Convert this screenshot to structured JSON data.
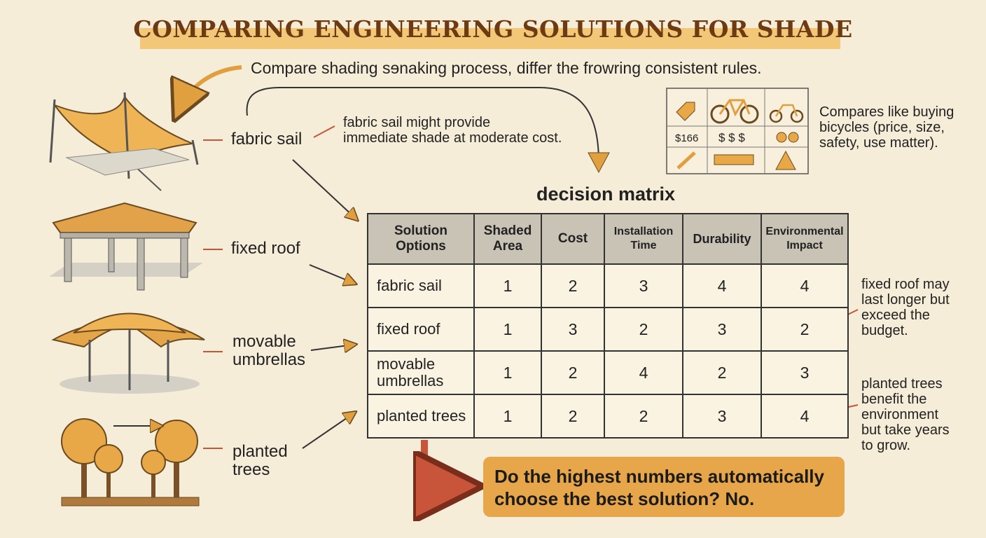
{
  "header": {
    "title": "COMPARING ENGINEERING SOLUTIONS FOR SHADE",
    "subtitle": "Compare shading sɘnaking process, differ the frowring consistent rules."
  },
  "options": {
    "fabric_sail": "fabric sail",
    "fixed_roof": "fixed roof",
    "movable_umbrellas": "movable\numbrellas",
    "planted_trees": "planted\ntrees"
  },
  "notes": {
    "fabric_sail": "fabric sail might provide\nimmediate shade at moderate cost.",
    "bicycles": "Compares like buying\nbicycles (price, size,\nsafety, use matter).",
    "fixed_roof": "fixed roof may\nlast longer but\nexceed the\nbudget.",
    "planted_trees": "planted trees\nbenefit the\nenvironment\nbut take years\nto grow."
  },
  "bike_panel": {
    "price_tag": "$166",
    "dollars": "$ $ $"
  },
  "matrix": {
    "heading": "decision matrix",
    "columns": [
      "Solution\nOptions",
      "Shaded\nArea",
      "Cost",
      "Installation\nTime",
      "Durability",
      "Environmental\nImpact"
    ],
    "rows": [
      {
        "option": "fabric sail",
        "values": [
          "1",
          "2",
          "3",
          "4",
          "4"
        ]
      },
      {
        "option": "fixed roof",
        "values": [
          "1",
          "3",
          "2",
          "3",
          "2"
        ]
      },
      {
        "option": "movable\numbrellas",
        "values": [
          "1",
          "2",
          "4",
          "2",
          "3"
        ]
      },
      {
        "option": "planted trees",
        "values": [
          "1",
          "2",
          "2",
          "3",
          "4"
        ]
      }
    ]
  },
  "callout": "Do the highest numbers automatically choose the best solution? No.",
  "colors": {
    "background": "#f6edd9",
    "title": "#6e3a12",
    "title_band": "#f2c878",
    "accent": "#e8a64a",
    "arrow": "#e1a040",
    "header_cell": "#c9c3b6"
  }
}
